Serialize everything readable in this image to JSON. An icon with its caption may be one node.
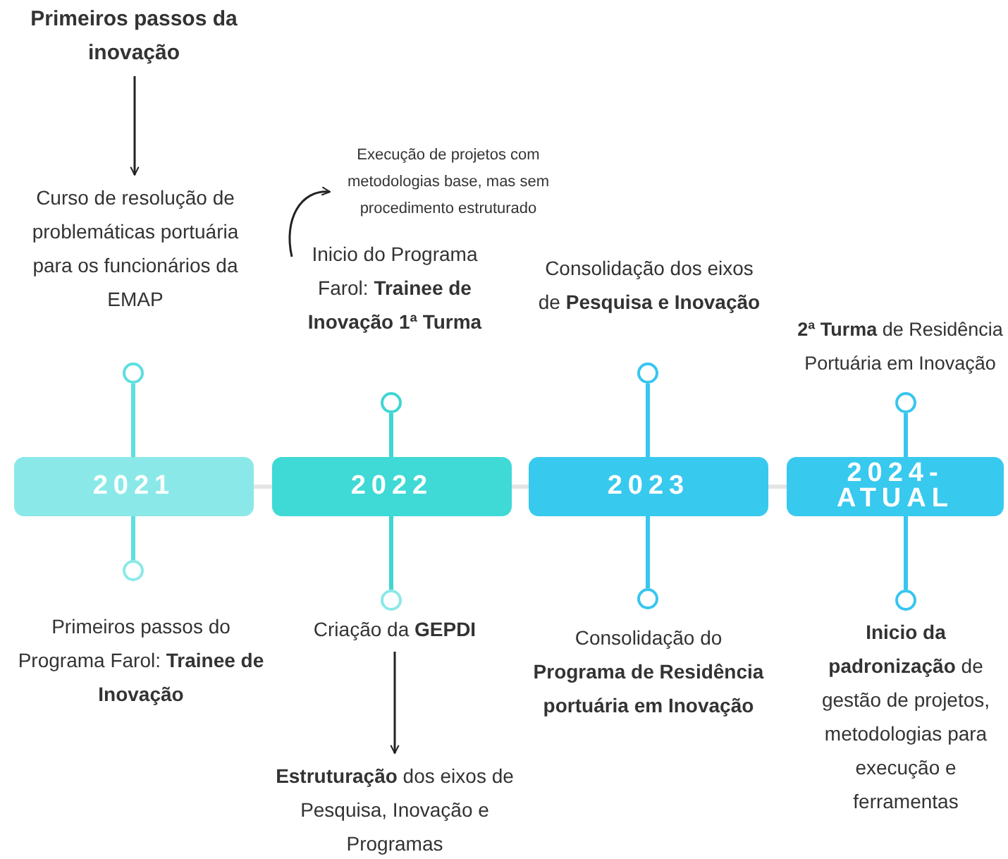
{
  "diagram": {
    "nodes": [
      {
        "text": [
          "Primeiros passos da inovação"
        ]
      },
      {
        "text": [
          "Curso de resolução de problemáticas portuária para os funcionários da EMAP"
        ]
      },
      {
        "text": [],
        "shape": "circle"
      },
      {
        "text": [
          "2021"
        ]
      },
      {
        "text": [],
        "shape": "circle",
        "beside": [
          "Primeiros passos do Programa Farol: **Trainee de Inovação**"
        ]
      },
      {
        "text": [
          "Execução  de projetos com metodologias base, mas sem procedimento estruturado"
        ]
      },
      {
        "text": [
          "Inicio do Programa Farol: **Trainee de Inovação 1ª Turma**"
        ]
      },
      {
        "text": [],
        "shape": "circle"
      },
      {
        "text": [
          "2022"
        ]
      },
      {
        "text": [],
        "shape": "circle"
      },
      {
        "text": [
          "Criação da **GEPDI**"
        ]
      },
      {
        "text": [
          "**Estruturação** dos eixos de Pesquisa, Inovação e Programas"
        ]
      },
      {
        "text": [],
        "shape": "circle",
        "beside": [
          "Consolidação dos eixos  de **Pesquisa e Inovação**"
        ]
      },
      {
        "text": [
          "2023"
        ]
      },
      {
        "text": [],
        "shape": "circle",
        "beside": [
          "Consolidação do **Programa de Residência portuária em Inovação**"
        ]
      },
      {
        "text": [],
        "shape": "circle",
        "beside": [
          "**2ª Turma** de Residência Portuária em Inovação"
        ]
      },
      {
        "text": [
          "2024- ATUAL"
        ]
      },
      {
        "text": [],
        "shape": "circle",
        "beside": [
          "**Inicio da padronização** de gestão de projetos, metodologias para execução e ferramentas"
        ]
      }
    ],
    "edges": [
      {
        "from": 0,
        "to": 1,
        "arrow": "to",
        "color": "#222222"
      },
      {
        "from": 6,
        "to": 5,
        "arrow": "to",
        "color": "#222222"
      },
      {
        "from": 10,
        "to": 11,
        "arrow": "to",
        "color": "#222222"
      },
      {
        "from": 2,
        "to": 3,
        "arrow": "none",
        "color": "#5fdede"
      },
      {
        "from": 3,
        "to": 4,
        "arrow": "none",
        "color": "#5fdede"
      },
      {
        "from": 7,
        "to": 8,
        "arrow": "none",
        "color": "#3fd6d2"
      },
      {
        "from": 8,
        "to": 9,
        "arrow": "none",
        "color": "#3fd6d2"
      },
      {
        "from": 12,
        "to": 13,
        "arrow": "none",
        "color": "#38c6ee"
      },
      {
        "from": 13,
        "to": 14,
        "arrow": "none",
        "color": "#38c6ee"
      },
      {
        "from": 15,
        "to": 16,
        "arrow": "none",
        "color": "#38c6ee"
      },
      {
        "from": 16,
        "to": 17,
        "arrow": "none",
        "color": "#38c6ee"
      },
      {
        "from": 3,
        "to": 8,
        "arrow": "none",
        "color": "#e4e4e4"
      },
      {
        "from": 8,
        "to": 13,
        "arrow": "none",
        "color": "#e4e4e4"
      },
      {
        "from": 13,
        "to": 16,
        "arrow": "none",
        "color": "#e4e4e4"
      }
    ]
  }
}
